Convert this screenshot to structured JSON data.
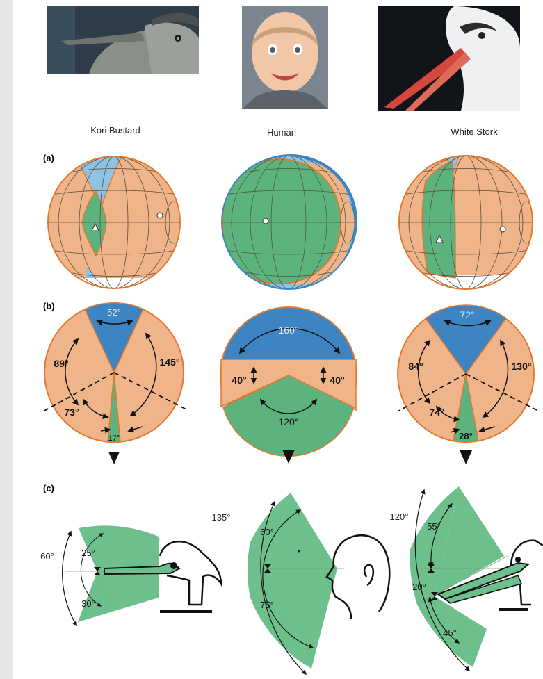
{
  "species": [
    "Kori Bustard",
    "Human",
    "White Stork"
  ],
  "panel_labels": {
    "a": "(a)",
    "b": "(b)",
    "c": "(c)"
  },
  "colors": {
    "binocular": "#5db37e",
    "monocular": "#efb48a",
    "blind": "#3d84c2",
    "blind_light": "#8fc3e6",
    "outline": "#e2782e",
    "grid": "#5a4a3a",
    "lateral_green": "#6dbf8c"
  },
  "panel_b": {
    "kori": {
      "blind": "52°",
      "left": "89°",
      "right": "145°",
      "low": "73°",
      "binocular": "17°"
    },
    "human": {
      "blind": "160°",
      "left": "40°",
      "right": "40°",
      "binocular": "120°"
    },
    "stork": {
      "blind": "72°",
      "left": "84°",
      "right": "130°",
      "low": "74°",
      "binocular": "28°"
    }
  },
  "panel_c": {
    "kori": {
      "total": "60°",
      "up": "25°",
      "down": "30°"
    },
    "human": {
      "total": "135°",
      "up": "60°",
      "down": "75°"
    },
    "stork": {
      "total": "120°",
      "up": "55°",
      "mid": "20°",
      "down": "45°"
    }
  }
}
